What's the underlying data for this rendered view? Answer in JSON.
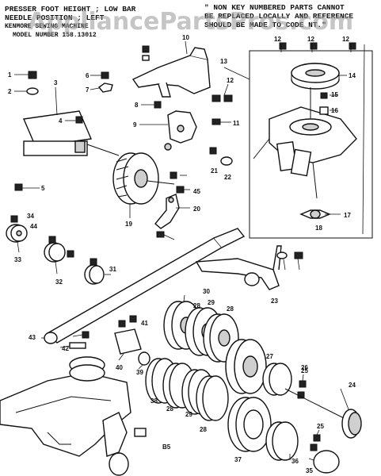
{
  "header": {
    "left_line1": "PRESSER FOOT HEIGHT ; LOW BAR",
    "left_line2": "NEEDLE POSITION ; LEFT",
    "left_line3": "KENMORE SEWING MACHINE",
    "left_line4": "MODEL NUMBER 158.13012",
    "right_line1": "\" NON KEY NUMBERED PARTS CANNOT",
    "right_line2": "BE REPLACED LOCALLY AND REFERENCE",
    "right_line3": "SHOULD BE MADE TO CODE NT.\""
  },
  "watermark": "AppliancePartsPros.com",
  "callouts": [
    "1",
    "2",
    "3",
    "4",
    "5",
    "6",
    "7",
    "8",
    "9",
    "10",
    "11",
    "12",
    "12",
    "12",
    "12",
    "13",
    "14",
    "15",
    "16",
    "17",
    "18",
    "19",
    "20",
    "21",
    "22",
    "23",
    "24",
    "25",
    "25",
    "26",
    "27",
    "28",
    "28",
    "28",
    "28",
    "29",
    "29",
    "30",
    "31",
    "32",
    "33",
    "34",
    "35",
    "36",
    "37",
    "38",
    "39",
    "40",
    "41",
    "42",
    "43",
    "44",
    "45",
    "B5"
  ]
}
